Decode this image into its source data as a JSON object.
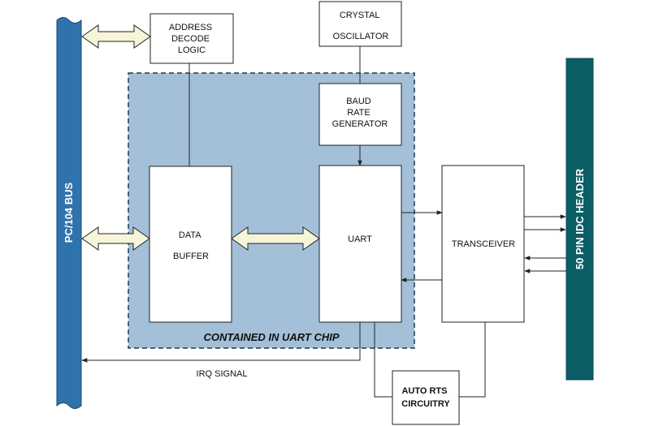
{
  "colors": {
    "pc_bus": "#2f73ad",
    "idc_header": "#0b5e66",
    "uart_region_fill": "#a3c0d8",
    "uart_region_border": "#1d3b57",
    "bus_arrow_fill": "#f7f5d9",
    "line": "#222222"
  },
  "buses": {
    "pc104": "PC/104 BUS",
    "idc": "50 PIN IDC HEADER"
  },
  "region": {
    "label": "CONTAINED IN UART CHIP"
  },
  "blocks": {
    "address_decode": [
      "ADDRESS",
      "DECODE",
      "LOGIC"
    ],
    "crystal": [
      "CRYSTAL",
      "OSCILLATOR"
    ],
    "baud": [
      "BAUD",
      "RATE",
      "GENERATOR"
    ],
    "data_buffer": [
      "DATA",
      "BUFFER"
    ],
    "uart": [
      "UART"
    ],
    "transceiver": [
      "TRANSCEIVER"
    ],
    "auto_rts": [
      "AUTO RTS",
      "CIRCUITRY"
    ]
  },
  "signals": {
    "irq": "IRQ SIGNAL"
  }
}
